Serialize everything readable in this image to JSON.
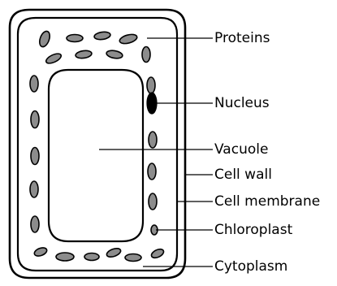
{
  "labels": {
    "proteins": "Proteins",
    "nucleus": "Nucleus",
    "vacuole": "Vacuole",
    "cell_wall": "Cell wall",
    "cell_membrane": "Cell membrane",
    "chloroplast": "Chloroplast",
    "cytoplasm": "Cytoplasm"
  },
  "colors": {
    "outline": "#000000",
    "chloroplast_fill": "#8c8c8c",
    "nucleus_fill": "#000000",
    "background": "#ffffff"
  }
}
